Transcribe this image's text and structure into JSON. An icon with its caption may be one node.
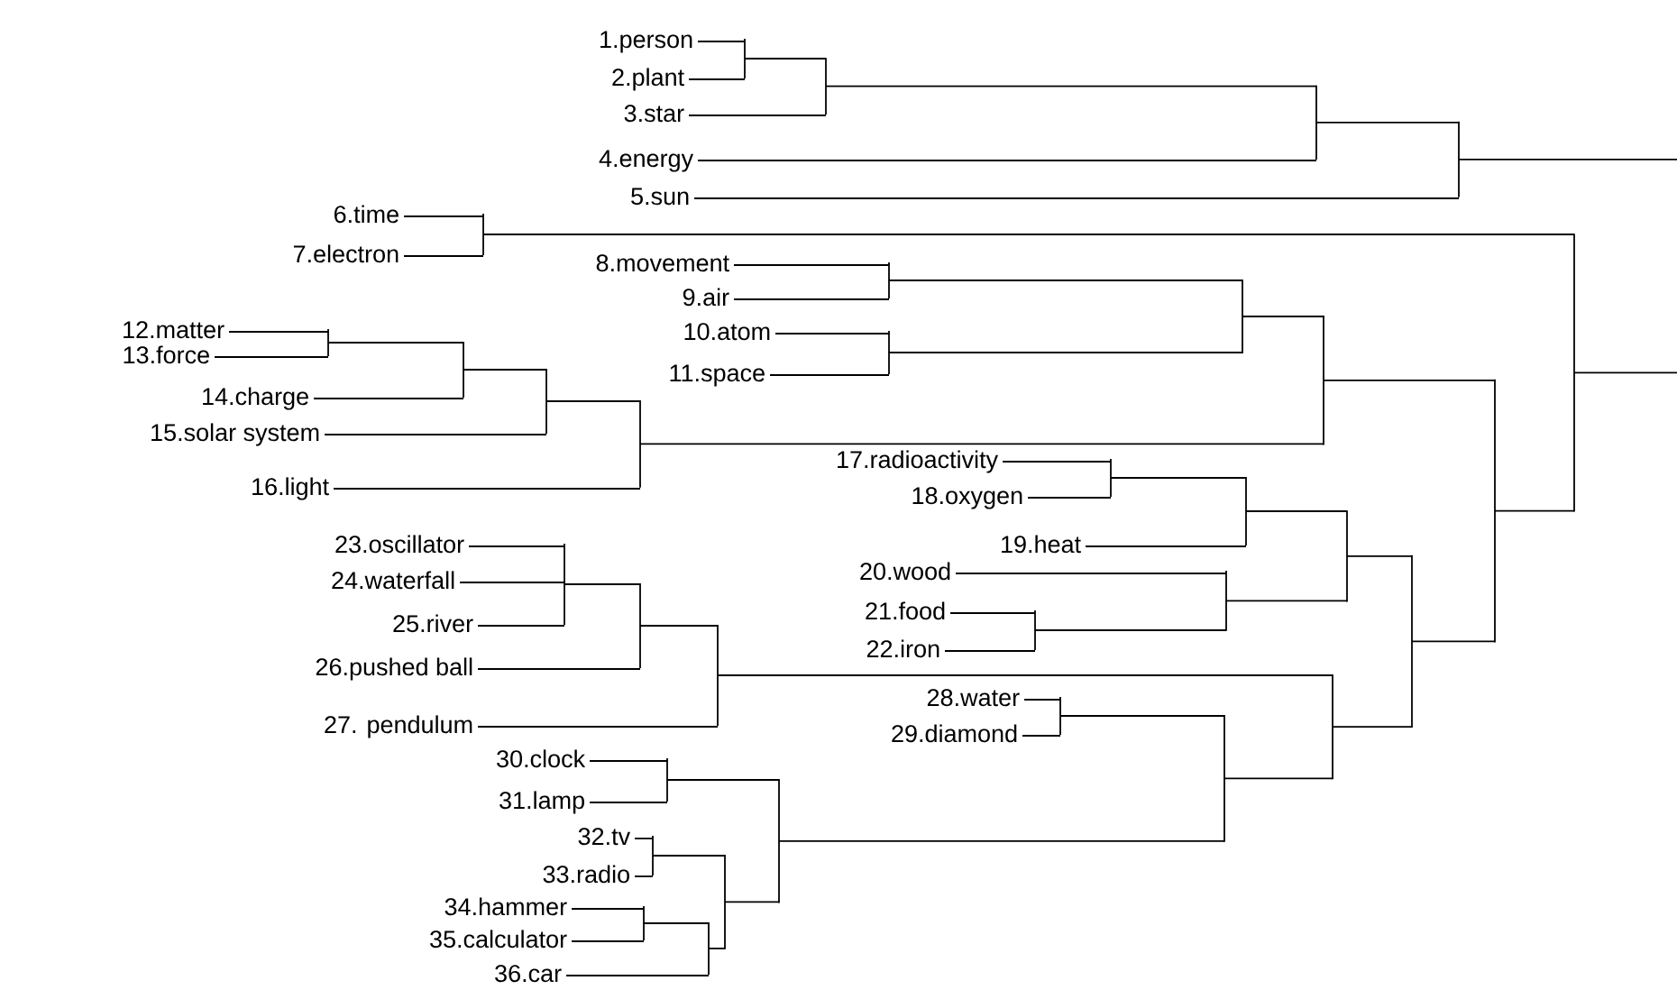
{
  "diagram": {
    "nodes": [
      {
        "text": [
          "1.person"
        ]
      },
      {
        "text": [
          "2.plant"
        ]
      },
      {
        "text": [
          "3.star"
        ]
      },
      {
        "text": [
          "4.energy"
        ]
      },
      {
        "text": [
          "5.sun"
        ]
      },
      {
        "text": [
          "6.time"
        ]
      },
      {
        "text": [
          "7.electron"
        ]
      },
      {
        "text": [
          "8.movement"
        ]
      },
      {
        "text": [
          "9.air"
        ]
      },
      {
        "text": [
          "10.atom"
        ]
      },
      {
        "text": [
          "11.space"
        ]
      },
      {
        "text": [
          "12.matter"
        ]
      },
      {
        "text": [
          "13.force"
        ]
      },
      {
        "text": [
          "14.charge"
        ]
      },
      {
        "text": [
          "15.solar system"
        ]
      },
      {
        "text": [
          "16.light"
        ]
      },
      {
        "text": [
          "17.radioactivity"
        ]
      },
      {
        "text": [
          "18.oxygen"
        ]
      },
      {
        "text": [
          "19.heat"
        ]
      },
      {
        "text": [
          "20.wood"
        ]
      },
      {
        "text": [
          "21.food"
        ]
      },
      {
        "text": [
          "22.iron"
        ]
      },
      {
        "text": [
          "23.oscillator"
        ]
      },
      {
        "text": [
          "24.waterfall"
        ]
      },
      {
        "text": [
          "25.river"
        ]
      },
      {
        "text": [
          "26.pushed ball"
        ]
      },
      {
        "text": [
          "27. pendulum"
        ]
      },
      {
        "text": [
          "28.water"
        ]
      },
      {
        "text": [
          "29.diamond"
        ]
      },
      {
        "text": [
          "30.clock"
        ]
      },
      {
        "text": [
          "31.lamp"
        ]
      },
      {
        "text": [
          "32.tv"
        ]
      },
      {
        "text": [
          "33.radio"
        ]
      },
      {
        "text": [
          "34.hammer"
        ]
      },
      {
        "text": [
          "35.calculator"
        ]
      },
      {
        "text": [
          "36.car"
        ]
      },
      {
        "text": [],
        "shape": "bar"
      },
      {
        "text": [],
        "shape": "bar"
      },
      {
        "text": [],
        "shape": "bar"
      },
      {
        "text": [],
        "shape": "bar"
      },
      {
        "text": [],
        "shape": "bar"
      },
      {
        "text": [],
        "shape": "bar"
      },
      {
        "text": [],
        "shape": "bar"
      },
      {
        "text": [],
        "shape": "bar"
      },
      {
        "text": [],
        "shape": "bar"
      },
      {
        "text": [],
        "shape": "bar"
      },
      {
        "text": [],
        "shape": "bar"
      },
      {
        "text": [],
        "shape": "bar"
      },
      {
        "text": [],
        "shape": "bar"
      },
      {
        "text": [],
        "shape": "bar"
      },
      {
        "text": [],
        "shape": "bar"
      },
      {
        "text": [],
        "shape": "bar"
      },
      {
        "text": [],
        "shape": "bar"
      },
      {
        "text": [],
        "shape": "bar"
      },
      {
        "text": [],
        "shape": "bar"
      },
      {
        "text": [],
        "shape": "bar"
      },
      {
        "text": [],
        "shape": "bar"
      },
      {
        "text": [],
        "shape": "bar"
      },
      {
        "text": [],
        "shape": "bar"
      },
      {
        "text": [],
        "shape": "bar"
      },
      {
        "text": [],
        "shape": "bar"
      },
      {
        "text": [],
        "shape": "bar"
      },
      {
        "text": [],
        "shape": "bar"
      },
      {
        "text": [],
        "shape": "bar"
      },
      {
        "text": [],
        "shape": "bar"
      },
      {
        "text": [],
        "shape": "bar"
      },
      {
        "text": [],
        "shape": "bar"
      },
      {
        "text": [],
        "shape": "bar"
      },
      {
        "text": [],
        "shape": "bar"
      }
    ],
    "edges": [
      {
        "from": 0,
        "to": 36,
        "arrow": "none"
      },
      {
        "from": 1,
        "to": 36,
        "arrow": "none"
      },
      {
        "from": 36,
        "to": 37,
        "arrow": "none"
      },
      {
        "from": 2,
        "to": 37,
        "arrow": "none"
      },
      {
        "from": 37,
        "to": 38,
        "arrow": "none"
      },
      {
        "from": 3,
        "to": 38,
        "arrow": "none"
      },
      {
        "from": 38,
        "to": 39,
        "arrow": "none"
      },
      {
        "from": 4,
        "to": 39,
        "arrow": "none"
      },
      {
        "from": 39,
        "to": null,
        "arrow": "none"
      },
      {
        "from": 5,
        "to": 40,
        "arrow": "none"
      },
      {
        "from": 6,
        "to": 40,
        "arrow": "none"
      },
      {
        "from": 7,
        "to": 41,
        "arrow": "none"
      },
      {
        "from": 8,
        "to": 41,
        "arrow": "none"
      },
      {
        "from": 9,
        "to": 42,
        "arrow": "none"
      },
      {
        "from": 10,
        "to": 42,
        "arrow": "none"
      },
      {
        "from": 41,
        "to": 43,
        "arrow": "none"
      },
      {
        "from": 42,
        "to": 43,
        "arrow": "none"
      },
      {
        "from": 11,
        "to": 44,
        "arrow": "none"
      },
      {
        "from": 12,
        "to": 44,
        "arrow": "none"
      },
      {
        "from": 44,
        "to": 45,
        "arrow": "none"
      },
      {
        "from": 13,
        "to": 45,
        "arrow": "none"
      },
      {
        "from": 45,
        "to": 46,
        "arrow": "none"
      },
      {
        "from": 14,
        "to": 46,
        "arrow": "none"
      },
      {
        "from": 46,
        "to": 47,
        "arrow": "none"
      },
      {
        "from": 15,
        "to": 47,
        "arrow": "none"
      },
      {
        "from": 43,
        "to": 48,
        "arrow": "none"
      },
      {
        "from": 47,
        "to": 48,
        "arrow": "none"
      },
      {
        "from": 16,
        "to": 49,
        "arrow": "none"
      },
      {
        "from": 17,
        "to": 49,
        "arrow": "none"
      },
      {
        "from": 49,
        "to": 50,
        "arrow": "none"
      },
      {
        "from": 18,
        "to": 50,
        "arrow": "none"
      },
      {
        "from": 20,
        "to": 51,
        "arrow": "none"
      },
      {
        "from": 21,
        "to": 51,
        "arrow": "none"
      },
      {
        "from": 19,
        "to": 52,
        "arrow": "none"
      },
      {
        "from": 51,
        "to": 52,
        "arrow": "none"
      },
      {
        "from": 50,
        "to": 53,
        "arrow": "none"
      },
      {
        "from": 52,
        "to": 53,
        "arrow": "none"
      },
      {
        "from": 22,
        "to": 54,
        "arrow": "none"
      },
      {
        "from": 23,
        "to": 54,
        "arrow": "none"
      },
      {
        "from": 24,
        "to": 54,
        "arrow": "none"
      },
      {
        "from": 54,
        "to": 55,
        "arrow": "none"
      },
      {
        "from": 25,
        "to": 55,
        "arrow": "none"
      },
      {
        "from": 55,
        "to": 56,
        "arrow": "none"
      },
      {
        "from": 26,
        "to": 56,
        "arrow": "none"
      },
      {
        "from": 27,
        "to": 57,
        "arrow": "none"
      },
      {
        "from": 28,
        "to": 57,
        "arrow": "none"
      },
      {
        "from": 29,
        "to": 58,
        "arrow": "none"
      },
      {
        "from": 30,
        "to": 58,
        "arrow": "none"
      },
      {
        "from": 31,
        "to": 59,
        "arrow": "none"
      },
      {
        "from": 32,
        "to": 59,
        "arrow": "none"
      },
      {
        "from": 33,
        "to": 60,
        "arrow": "none"
      },
      {
        "from": 34,
        "to": 60,
        "arrow": "none"
      },
      {
        "from": 60,
        "to": 61,
        "arrow": "none"
      },
      {
        "from": 35,
        "to": 61,
        "arrow": "none"
      },
      {
        "from": 59,
        "to": 62,
        "arrow": "none"
      },
      {
        "from": 61,
        "to": 62,
        "arrow": "none"
      },
      {
        "from": 58,
        "to": 63,
        "arrow": "none"
      },
      {
        "from": 62,
        "to": 63,
        "arrow": "none"
      },
      {
        "from": 57,
        "to": 64,
        "arrow": "none"
      },
      {
        "from": 63,
        "to": 64,
        "arrow": "none"
      },
      {
        "from": 56,
        "to": 65,
        "arrow": "none"
      },
      {
        "from": 64,
        "to": 65,
        "arrow": "none"
      },
      {
        "from": 53,
        "to": 66,
        "arrow": "none"
      },
      {
        "from": 65,
        "to": 66,
        "arrow": "none"
      },
      {
        "from": 48,
        "to": 67,
        "arrow": "none"
      },
      {
        "from": 66,
        "to": 67,
        "arrow": "none"
      },
      {
        "from": 40,
        "to": 68,
        "arrow": "none"
      },
      {
        "from": 67,
        "to": 68,
        "arrow": "none"
      },
      {
        "from": 68,
        "to": null,
        "arrow": "none"
      }
    ]
  }
}
